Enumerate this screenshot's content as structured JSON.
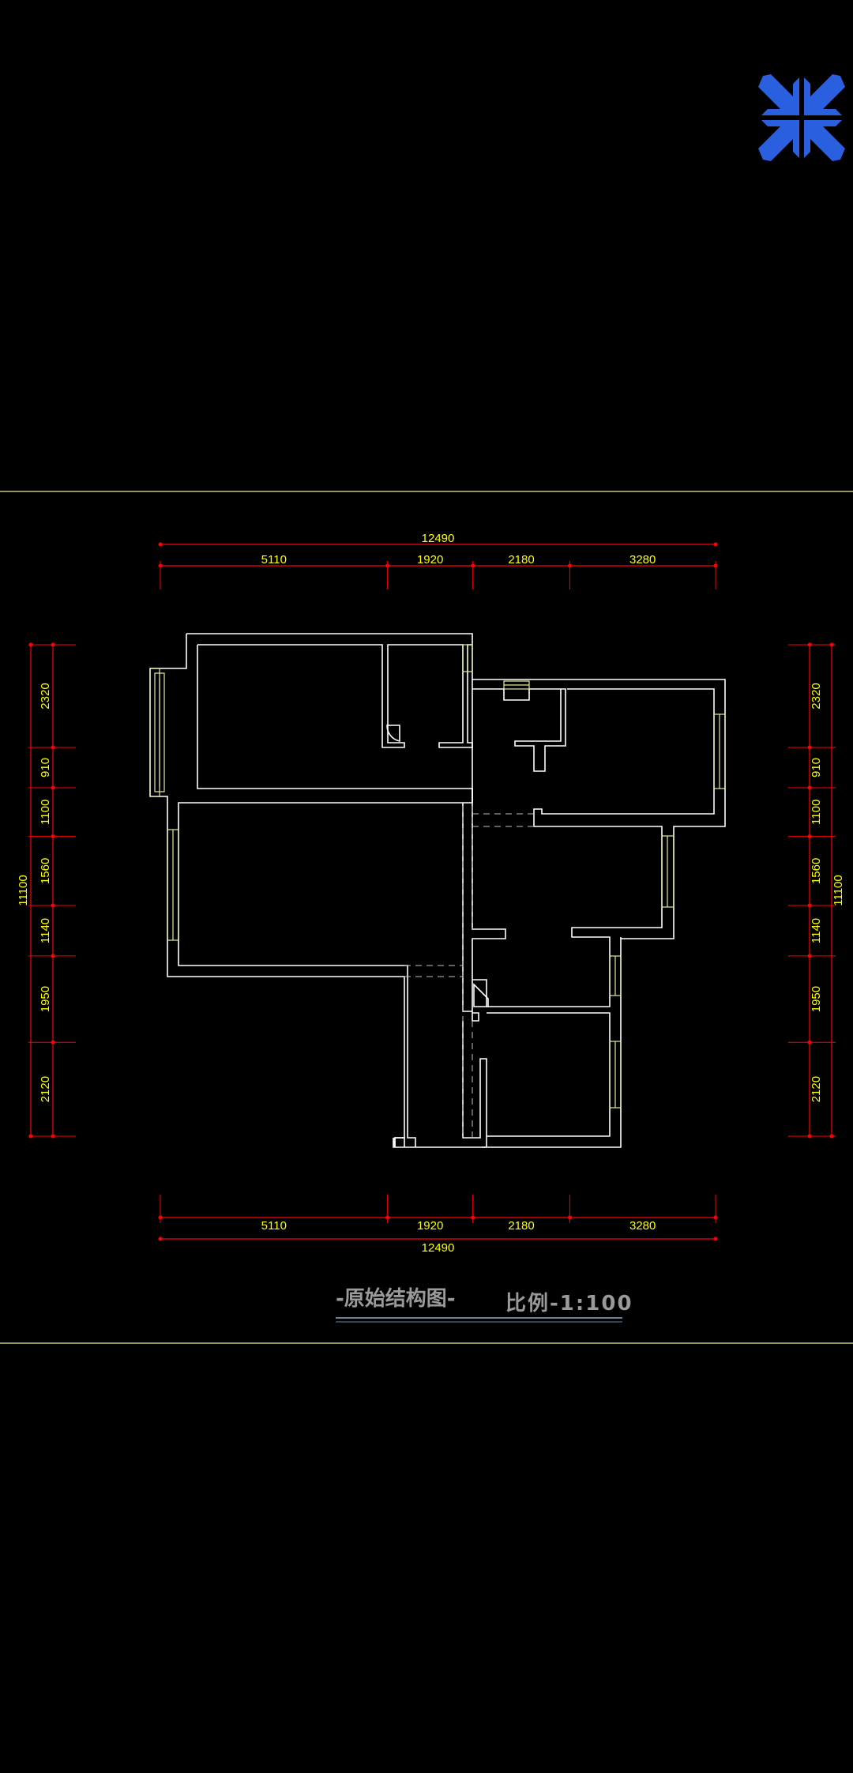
{
  "controls": {
    "collapse_icon": "collapse-arrows-icon",
    "accent_color": "#2a5fe0"
  },
  "drawing": {
    "title": "-原始结构图-",
    "scale": "比例-1:100",
    "colors": {
      "wall": "#ffffff",
      "dimension": "#ff0000",
      "dim_text": "#ffff00",
      "window": "#e8e8a0",
      "border": "#c8c878",
      "title": "#9a9a9a"
    },
    "horizontal_dims": {
      "total": "12490",
      "segments": [
        "5110",
        "1920",
        "2180",
        "3280"
      ]
    },
    "vertical_dims": {
      "total": "11100",
      "segments": [
        "2320",
        "910",
        "1100",
        "1560",
        "1140",
        "1950",
        "2120"
      ]
    }
  }
}
